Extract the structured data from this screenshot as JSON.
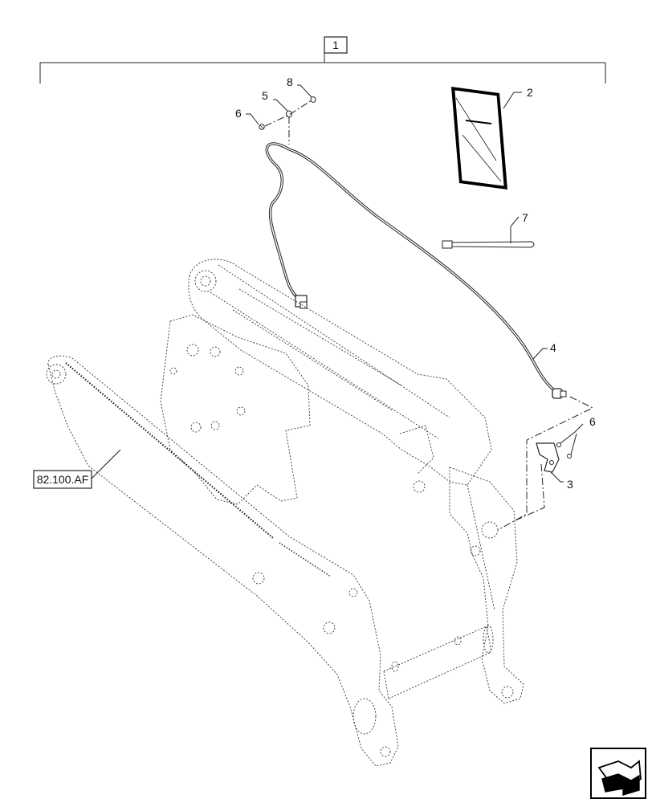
{
  "assembly_callout": "1",
  "item_labels": {
    "book": "2",
    "bracket": "3",
    "harness": "4",
    "grommet": "5",
    "screw_top": "6",
    "strap": "7",
    "cap": "8",
    "screw_right": "6"
  },
  "reference_label": "82.100.AF",
  "nav_icon": "next-page-arrow-icon"
}
